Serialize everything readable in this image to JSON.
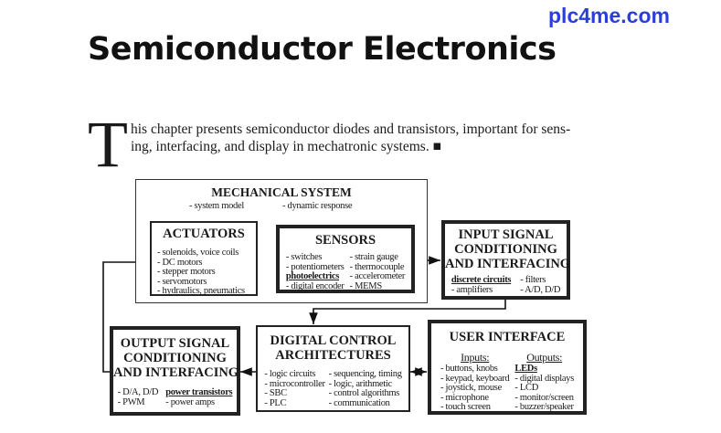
{
  "brand": "plc4me.com",
  "title": "Semiconductor Electronics",
  "intro": {
    "dropcap": "T",
    "line1": "his chapter presents semiconductor diodes and transistors, important for sens-",
    "line2": "ing, interfacing, and display in mechatronic systems. ■"
  },
  "mechanical": {
    "title": "MECHANICAL SYSTEM",
    "items": [
      "- system model",
      "- dynamic response"
    ]
  },
  "actuators": {
    "title": "ACTUATORS",
    "items": [
      "- solenoids, voice coils",
      "- DC motors",
      "- stepper motors",
      "- servomotors",
      "- hydraulics, pneumatics"
    ]
  },
  "sensors": {
    "title": "SENSORS",
    "col1": [
      "- switches",
      "- potentiometers",
      "photoelectrics",
      "- digital encoder"
    ],
    "col2": [
      "- strain gauge",
      "- thermocouple",
      "- accelerometer",
      "- MEMS"
    ]
  },
  "input": {
    "title": [
      "INPUT SIGNAL",
      "CONDITIONING",
      "AND INTERFACING"
    ],
    "col1": [
      "discrete circuits",
      "- amplifiers"
    ],
    "col2": [
      "- filters",
      "- A/D, D/D"
    ]
  },
  "output": {
    "title": [
      "OUTPUT SIGNAL",
      "CONDITIONING",
      "AND INTERFACING"
    ],
    "col1": [
      "- D/A, D/D",
      "- PWM"
    ],
    "col2": [
      "power transistors",
      "- power amps"
    ]
  },
  "digital": {
    "title": [
      "DIGITAL CONTROL",
      "ARCHITECTURES"
    ],
    "col1": [
      "- logic circuits",
      "- microcontroller",
      "- SBC",
      "- PLC"
    ],
    "col2": [
      "- sequencing, timing",
      "- logic, arithmetic",
      "- control algorithms",
      "- communication"
    ]
  },
  "ui": {
    "title": "USER INTERFACE",
    "inputs_label": "Inputs:",
    "outputs_label": "Outputs:",
    "col1": [
      "- buttons, knobs",
      "- keypad, keyboard",
      "- joystick, mouse",
      "- microphone",
      "- touch screen"
    ],
    "col2": [
      "LEDs",
      "- digital displays",
      "- LCD",
      "- monitor/screen",
      "- buzzer/speaker"
    ]
  }
}
